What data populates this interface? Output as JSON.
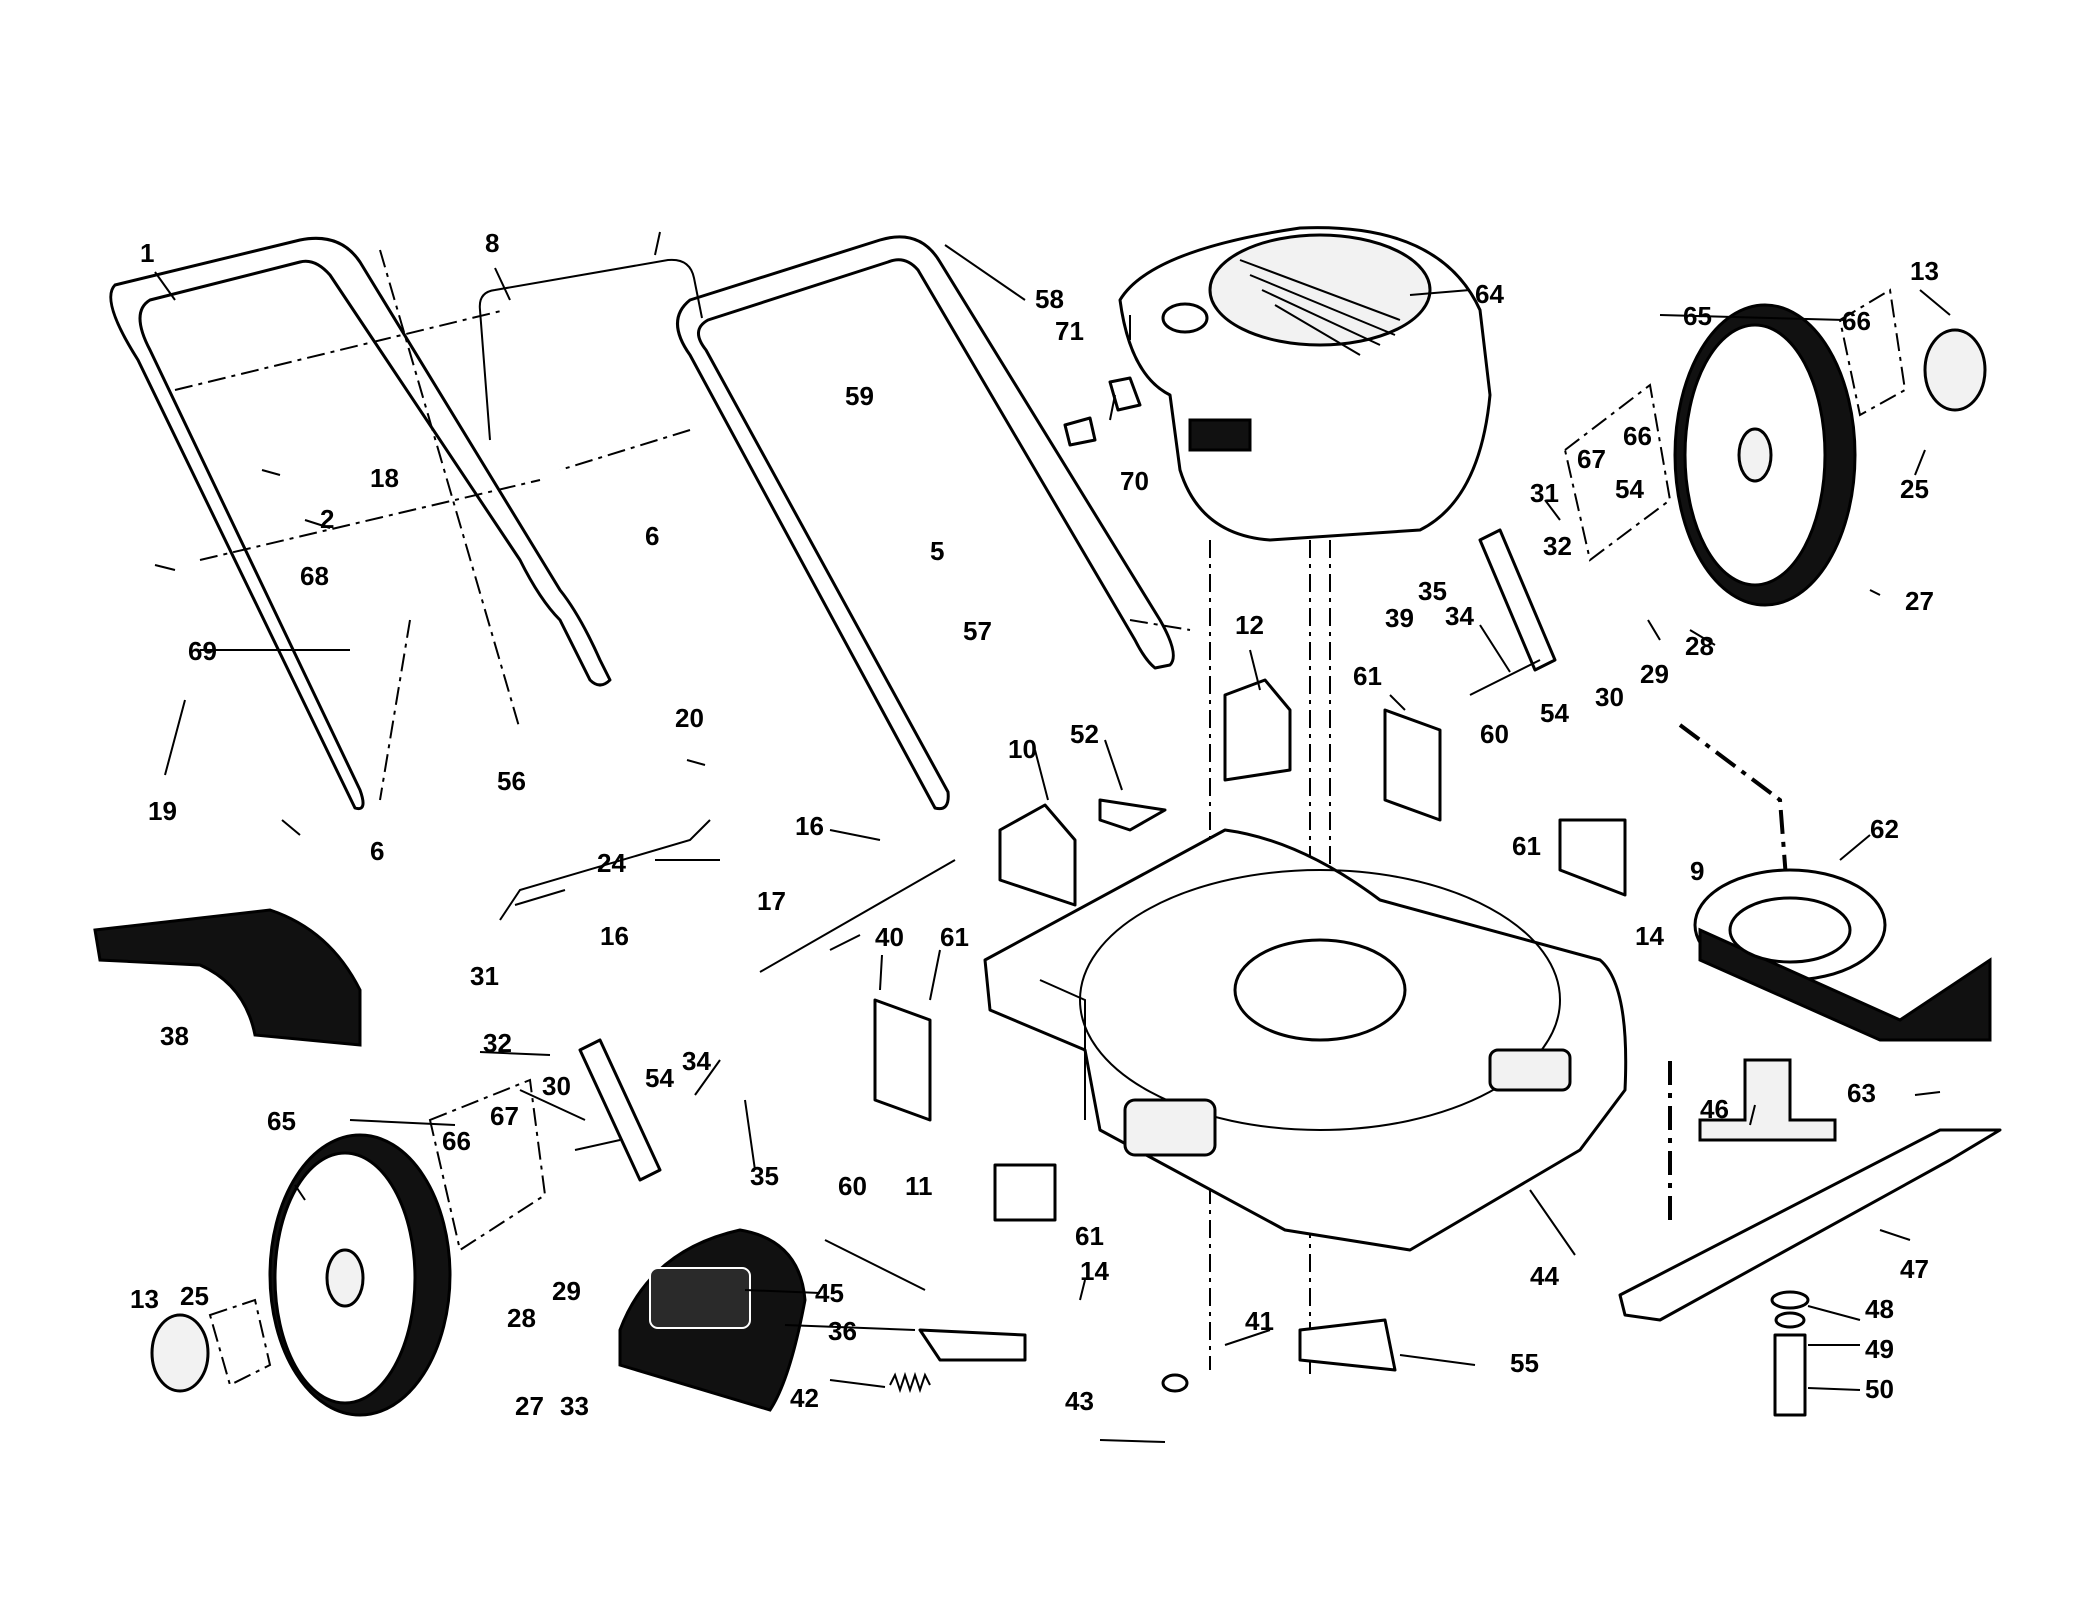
{
  "callouts": {
    "c1": "1",
    "c2": "2",
    "c5": "5",
    "c6a": "6",
    "c6b": "6",
    "c8": "8",
    "c9": "9",
    "c10": "10",
    "c11": "11",
    "c12": "12",
    "c13a": "13",
    "c13b": "13",
    "c14a": "14",
    "c14b": "14",
    "c16a": "16",
    "c16b": "16",
    "c17": "17",
    "c18": "18",
    "c19": "19",
    "c20": "20",
    "c24": "24",
    "c25a": "25",
    "c25b": "25",
    "c27a": "27",
    "c27b": "27",
    "c28a": "28",
    "c28b": "28",
    "c29a": "29",
    "c29b": "29",
    "c30a": "30",
    "c30b": "30",
    "c31a": "31",
    "c31b": "31",
    "c32a": "32",
    "c32b": "32",
    "c33": "33",
    "c34a": "34",
    "c34b": "34",
    "c35a": "35",
    "c35b": "35",
    "c36": "36",
    "c38": "38",
    "c39": "39",
    "c40": "40",
    "c41": "41",
    "c42": "42",
    "c43": "43",
    "c44": "44",
    "c45": "45",
    "c46": "46",
    "c47": "47",
    "c48": "48",
    "c49": "49",
    "c50": "50",
    "c52": "52",
    "c54a": "54",
    "c54b": "54",
    "c54c": "54",
    "c55": "55",
    "c56": "56",
    "c57": "57",
    "c58": "58",
    "c59": "59",
    "c60a": "60",
    "c60b": "60",
    "c61a": "61",
    "c61b": "61",
    "c61c": "61",
    "c61d": "61",
    "c62": "62",
    "c63": "63",
    "c64": "64",
    "c65a": "65",
    "c65b": "65",
    "c66a": "66",
    "c66b": "66",
    "c66c": "66",
    "c67a": "67",
    "c67b": "67",
    "c68": "68",
    "c69": "69",
    "c70": "70",
    "c71": "71"
  },
  "colors": {
    "ink": "#000000",
    "paper": "#ffffff"
  }
}
